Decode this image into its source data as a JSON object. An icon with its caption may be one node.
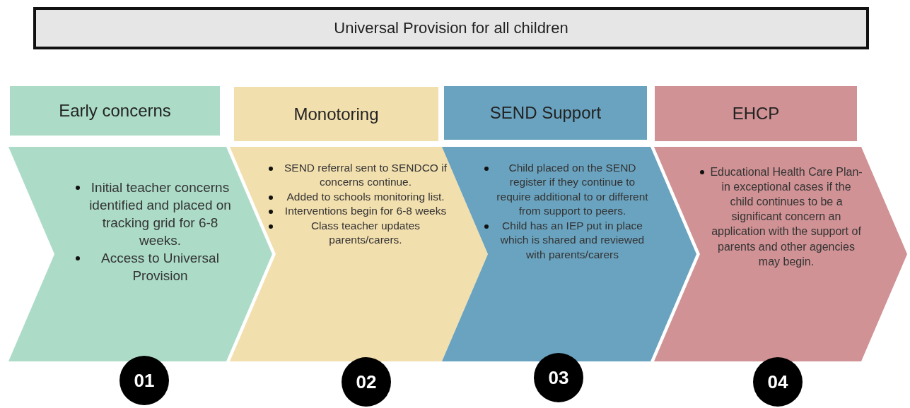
{
  "diagram": {
    "nodes": [
      {
        "text": [
          "Universal Provision for all children"
        ]
      },
      {
        "text": [
          "Early concerns"
        ]
      },
      {
        "text": [
          "Monotoring"
        ]
      },
      {
        "text": [
          "SEND Support"
        ]
      },
      {
        "text": [
          "EHCP"
        ]
      },
      {
        "text": [
          "Initial teacher concerns identified and placed on tracking grid for 6-8 weeks.",
          "Access to Universal Provision"
        ]
      },
      {
        "text": [
          "SEND referral sent to SENDCO if concerns continue.",
          "Added to schools monitoring list.",
          "Interventions begin for 6-8 weeks",
          "Class teacher updates parents/carers."
        ]
      },
      {
        "text": [
          "Child placed on the SEND register if they continue to require additional to or different from support to peers.",
          "Child has an IEP put in place which is shared and reviewed with parents/carers"
        ]
      },
      {
        "text": [
          "Educational Health Care Plan- in exceptional cases if the child continues to be a significant concern an application with the support of parents and other agencies may begin."
        ]
      },
      {
        "text": [
          "01"
        ]
      },
      {
        "text": [
          "02"
        ]
      },
      {
        "text": [
          "03"
        ]
      },
      {
        "text": [
          "04"
        ]
      }
    ]
  }
}
